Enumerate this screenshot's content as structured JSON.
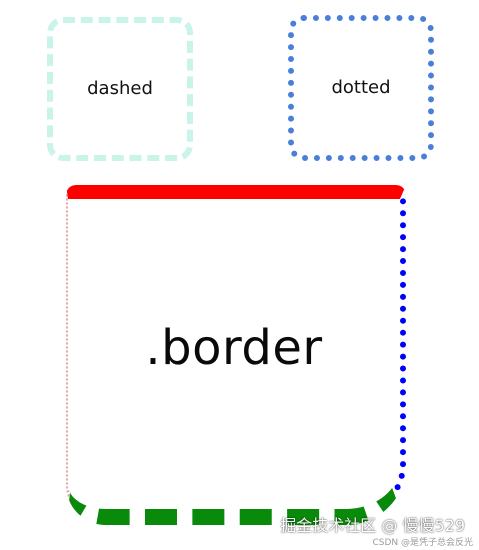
{
  "boxes": {
    "dashed": {
      "label": "dashed",
      "border_style": "dashed",
      "border_color": "#c8f4ea"
    },
    "dotted": {
      "label": "dotted",
      "border_style": "dotted",
      "border_color": "#4a7fd8"
    }
  },
  "big_box": {
    "label": ".border",
    "border_colors": {
      "top": "#ff0000",
      "right": "#0000ff",
      "bottom": "#0a8a0a",
      "left": "#e1a8a8"
    },
    "border_styles": {
      "top": "solid",
      "right": "dotted",
      "bottom": "dashed",
      "left": "dotted"
    }
  },
  "watermark": {
    "main": "掘金技术社区 @ 慢慢529",
    "sub": "CSDN @是凭子总会反光"
  }
}
